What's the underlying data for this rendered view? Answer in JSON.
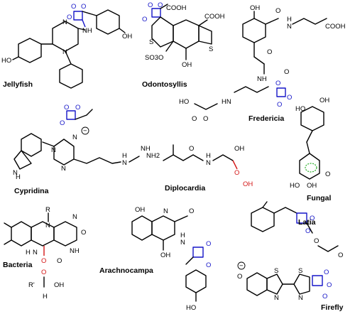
{
  "labels": {
    "jellyfish": "Jellyfish",
    "odontosyllis": "Odontosyllis",
    "fredericia": "Fredericia",
    "fungal": "Fungal",
    "cypridina": "Cypridina",
    "diplocardia": "Diplocardia",
    "latia": "Latia",
    "bacteria": "Bacteria",
    "arachnocampa": "Arachnocampa",
    "firefly": "Firefly"
  },
  "atoms": {
    "o": "O",
    "n": "N",
    "s": "S",
    "oh": "OH",
    "ho": "HO",
    "nh": "NH",
    "hn": "HN",
    "nh2": "NH2",
    "h": "H",
    "cooh": "COOH",
    "so3o": "SO3O",
    "r": "R",
    "r_prime": "R'",
    "minus": "−"
  },
  "colors": {
    "dioxetanone": "#1515c8",
    "peroxide": "#d41616",
    "fungal_ring": "#2bb02b",
    "bond": "#000000"
  }
}
